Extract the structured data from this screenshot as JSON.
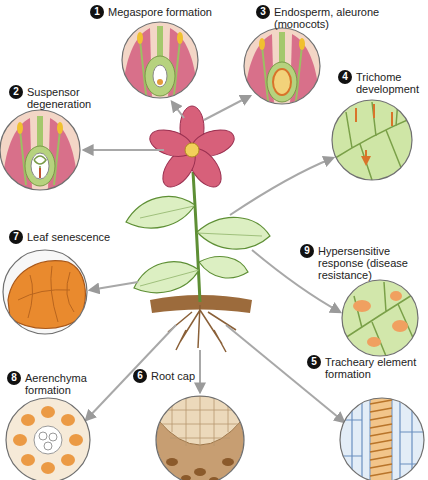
{
  "diagram": {
    "nodes": [
      {
        "text": [
          "1",
          "Megaspore formation"
        ]
      },
      {
        "text": [
          "3",
          "Endosperm, aleurone (monocots)"
        ]
      },
      {
        "text": [
          "2",
          "Suspensor degeneration"
        ]
      },
      {
        "text": [
          "4",
          "Trichome development"
        ]
      },
      {
        "text": [
          "7",
          "Leaf senescence"
        ]
      },
      {
        "text": [
          "9",
          "Hypersensitive response (disease resistance)"
        ]
      },
      {
        "text": [
          "8",
          "Aerenchyma formation"
        ]
      },
      {
        "text": [
          "6",
          "Root cap"
        ]
      },
      {
        "text": [
          "5",
          "Tracheary element formation"
        ]
      }
    ]
  }
}
